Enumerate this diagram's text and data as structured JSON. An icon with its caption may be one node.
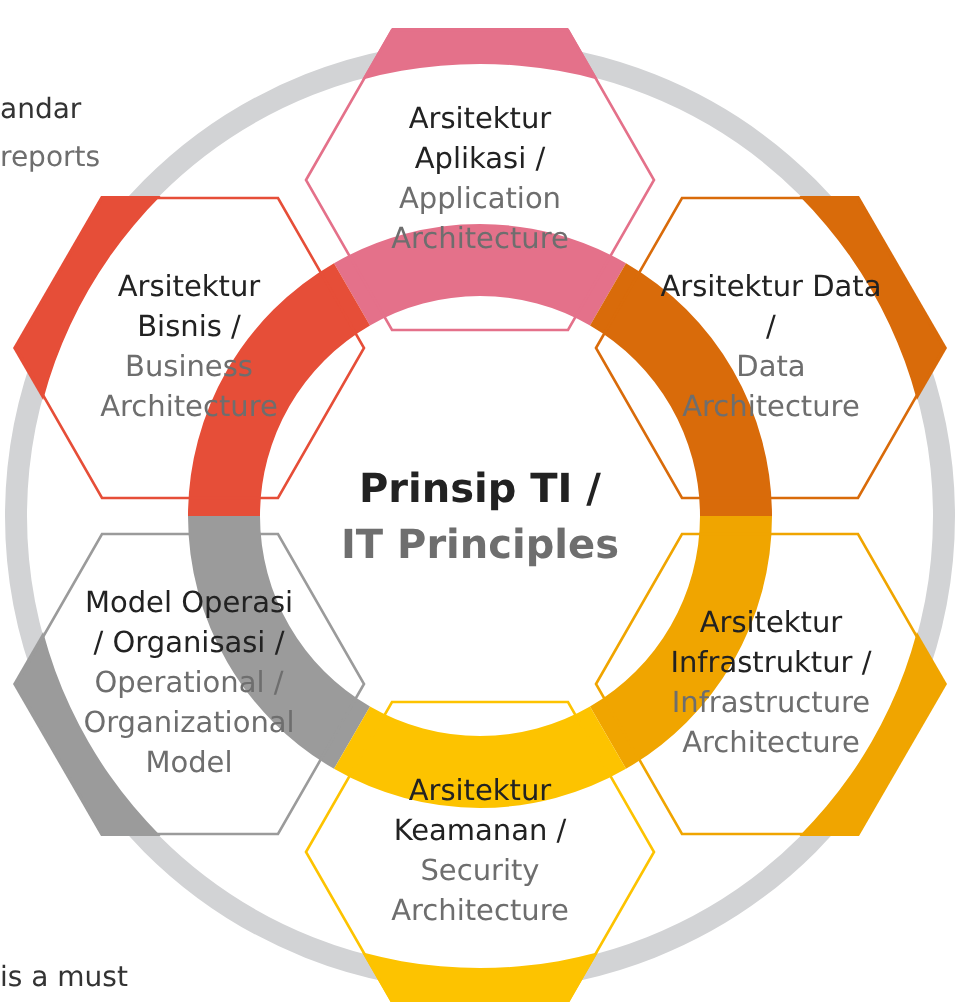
{
  "diagram": {
    "nodes": [
      {
        "text": [
          "Arsitektur Aplikasi /",
          "Application Architecture"
        ]
      },
      {
        "text": [
          "Arsitektur Bisnis /",
          "Business Architecture"
        ]
      },
      {
        "text": [
          "Arsitektur Data /",
          "Data Architecture"
        ]
      },
      {
        "text": [
          "Prinsip TI /",
          "IT Principles"
        ]
      },
      {
        "text": [
          "Model Operasi / Organisasi /",
          "Operational / Organizational Model"
        ]
      },
      {
        "text": [
          "Arsitektur Infrastruktur /",
          "Infrastructure Architecture"
        ]
      },
      {
        "text": [
          "Arsitektur Keamanan /",
          "Security Architecture"
        ]
      }
    ],
    "edges": [],
    "labels": [
      "andar",
      "reports",
      "is a must"
    ]
  }
}
